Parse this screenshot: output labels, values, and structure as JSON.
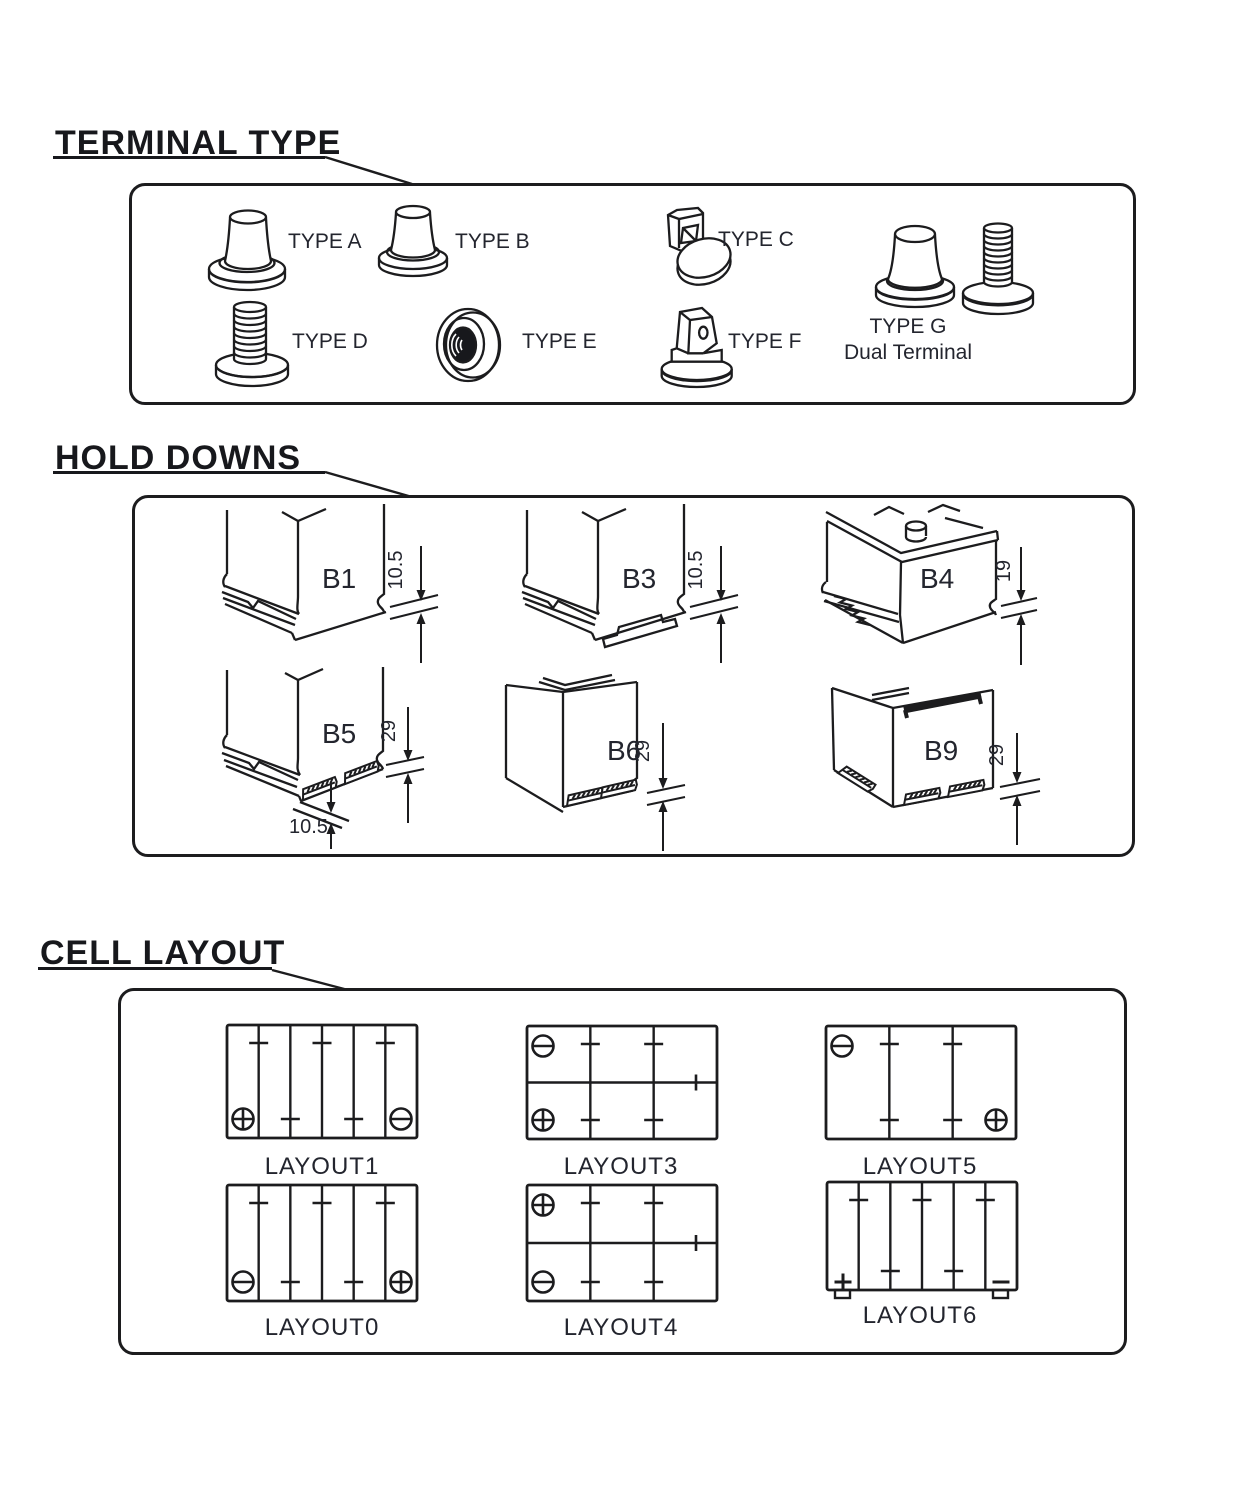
{
  "page": {
    "background": "#ffffff",
    "line_color": "#1c1c1e",
    "text_color": "#23252e"
  },
  "sections": {
    "terminal_type": {
      "title": "TERMINAL TYPE"
    },
    "hold_downs": {
      "title": "HOLD DOWNS"
    },
    "cell_layout": {
      "title": "CELL LAYOUT"
    }
  },
  "terminals": [
    {
      "id": "type-a",
      "label": "TYPE A"
    },
    {
      "id": "type-b",
      "label": "TYPE B"
    },
    {
      "id": "type-c",
      "label": "TYPE C"
    },
    {
      "id": "type-d",
      "label": "TYPE D"
    },
    {
      "id": "type-e",
      "label": "TYPE E"
    },
    {
      "id": "type-f",
      "label": "TYPE F"
    },
    {
      "id": "type-g",
      "label": "TYPE G",
      "sublabel": "Dual Terminal"
    }
  ],
  "hold_downs": [
    {
      "id": "B1",
      "dim_right": "10.5"
    },
    {
      "id": "B3",
      "dim_right": "10.5"
    },
    {
      "id": "B4",
      "dim_right": "19"
    },
    {
      "id": "B5",
      "dim_right": "29",
      "dim_bottom": "10.5"
    },
    {
      "id": "B6",
      "dim_right": "29"
    },
    {
      "id": "B9",
      "dim_right": "29"
    }
  ],
  "cell_layouts": [
    {
      "label": "LAYOUT1",
      "columns": 6,
      "rows": 1,
      "terminals": [
        {
          "sign": "plus",
          "circled": true,
          "pos": "bottom-left"
        },
        {
          "sign": "minus",
          "circled": true,
          "pos": "bottom-right"
        }
      ]
    },
    {
      "label": "LAYOUT3",
      "columns": 3,
      "rows": 2,
      "mid_tick": true,
      "terminals": [
        {
          "sign": "minus",
          "circled": true,
          "pos": "top-left"
        },
        {
          "sign": "plus",
          "circled": true,
          "pos": "bottom-left"
        }
      ]
    },
    {
      "label": "LAYOUT5",
      "columns": 3,
      "rows": 1,
      "terminals": [
        {
          "sign": "minus",
          "circled": true,
          "pos": "top-left"
        },
        {
          "sign": "plus",
          "circled": true,
          "pos": "bottom-right"
        }
      ]
    },
    {
      "label": "LAYOUT0",
      "columns": 6,
      "rows": 1,
      "terminals": [
        {
          "sign": "minus",
          "circled": true,
          "pos": "bottom-left"
        },
        {
          "sign": "plus",
          "circled": true,
          "pos": "bottom-right"
        }
      ]
    },
    {
      "label": "LAYOUT4",
      "columns": 3,
      "rows": 2,
      "mid_tick": true,
      "terminals": [
        {
          "sign": "plus",
          "circled": true,
          "pos": "top-left"
        },
        {
          "sign": "minus",
          "circled": true,
          "pos": "bottom-left"
        }
      ]
    },
    {
      "label": "LAYOUT6",
      "columns": 6,
      "rows": 1,
      "feet": true,
      "terminals": [
        {
          "sign": "plus",
          "circled": false,
          "pos": "bottom-left"
        },
        {
          "sign": "minus",
          "circled": false,
          "pos": "bottom-right"
        }
      ]
    }
  ]
}
